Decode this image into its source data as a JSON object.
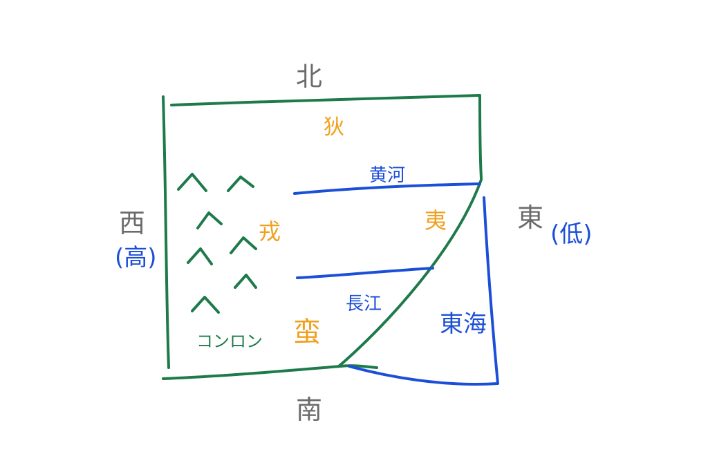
{
  "compass": {
    "north": "北",
    "south": "南",
    "west": "西",
    "west_note": "(高)",
    "east": "東",
    "east_note": "(低)"
  },
  "regions": {
    "river_huanghe": "黄河",
    "river_changjiang": "長江",
    "sea": "東海",
    "mountains": "コンロン"
  },
  "marks": {
    "north_region": "狄",
    "west_region": "戎",
    "east_region": "夷",
    "south_region": "蛮"
  },
  "colors": {
    "frame_green": "#1e7a4a",
    "river_blue": "#1c4fd8",
    "people_orange": "#f0a01e",
    "compass_gray": "#6b6b6b"
  }
}
